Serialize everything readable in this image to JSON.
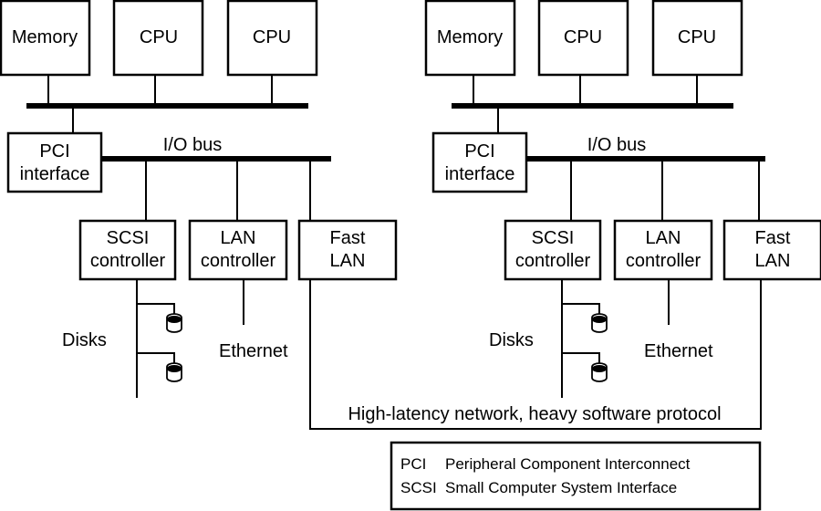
{
  "systems": [
    {
      "memory": "Memory",
      "cpu1": "CPU",
      "cpu2": "CPU",
      "pci": [
        "PCI",
        "interface"
      ],
      "io_bus": "I/O bus",
      "scsi": [
        "SCSI",
        "controller"
      ],
      "lan": [
        "LAN",
        "controller"
      ],
      "fast_lan": [
        "Fast",
        "LAN"
      ],
      "disks": "Disks",
      "ethernet": "Ethernet"
    },
    {
      "memory": "Memory",
      "cpu1": "CPU",
      "cpu2": "CPU",
      "pci": [
        "PCI",
        "interface"
      ],
      "io_bus": "I/O bus",
      "scsi": [
        "SCSI",
        "controller"
      ],
      "lan": [
        "LAN",
        "controller"
      ],
      "fast_lan": [
        "Fast",
        "LAN"
      ],
      "disks": "Disks",
      "ethernet": "Ethernet"
    }
  ],
  "network_label": "High-latency network, heavy software protocol",
  "legend": [
    {
      "abbr": "PCI",
      "desc": "Peripheral Component Interconnect"
    },
    {
      "abbr": "SCSI",
      "desc": "Small Computer System Interface"
    }
  ]
}
